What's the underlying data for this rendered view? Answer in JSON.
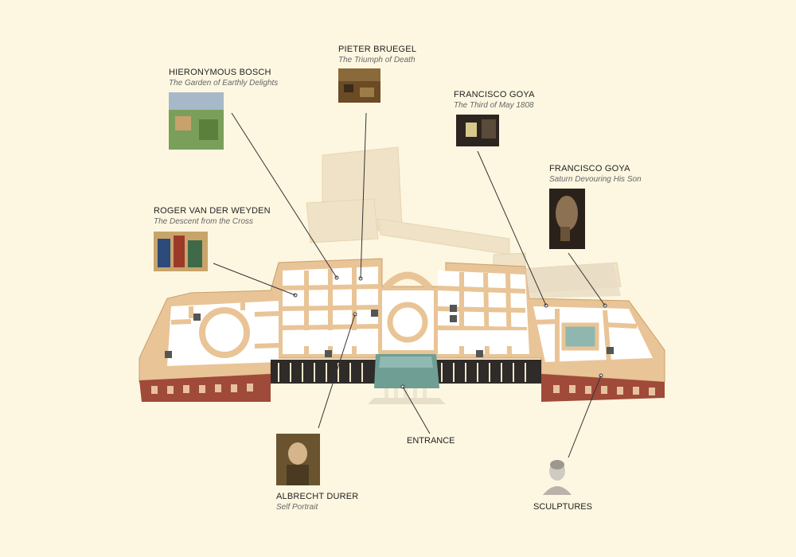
{
  "artworks": [
    {
      "artist": "PIETER BRUEGEL",
      "work": "The Triumph of Death"
    },
    {
      "artist": "HIERONYMOUS BOSCH",
      "work": "The Garden of Earthly Delights"
    },
    {
      "artist": "FRANCISCO GOYA",
      "work": "The Third of May 1808"
    },
    {
      "artist": "FRANCISCO GOYA",
      "work": "Saturn Devouring His Son"
    },
    {
      "artist": "ROGER VAN DER WEYDEN",
      "work": "The Descent from the Cross"
    },
    {
      "artist": "ALBRECHT DURER",
      "work": "Self Portrait"
    }
  ],
  "labels": {
    "entrance": "ENTRANCE",
    "sculptures": "SCULPTURES"
  },
  "colors": {
    "background": "#fdf7e1",
    "wall": "#e9c496",
    "floor": "#ffffff",
    "facade": "#a04a3a",
    "entrance": "#6f9e95",
    "faded": "#efe2c6",
    "leader": "#333333"
  }
}
